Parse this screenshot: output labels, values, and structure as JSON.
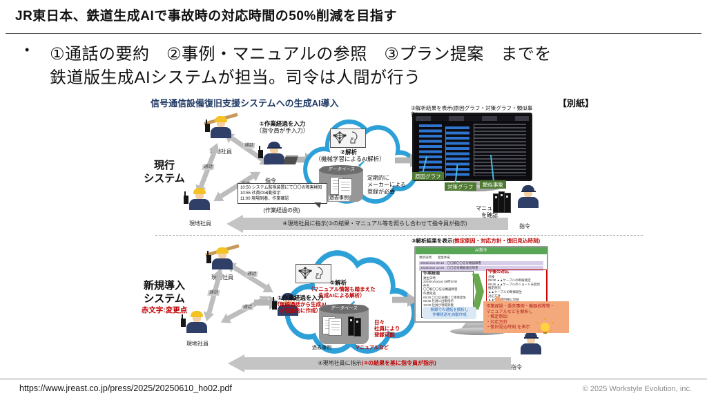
{
  "colors": {
    "emphasis_red": "#c00000",
    "cloud_blue": "#2da0d8",
    "tag_green": "#4f7a32"
  },
  "page": {
    "title": "JR東日本、鉄道生成AIで事故時の対応時間の50%削減を目指す",
    "bullet": {
      "marker": "•",
      "line1": "①通話の要約　②事例・マニュアルの参照　③プラン提案　までを",
      "line2": "鉄道版生成AIシステムが担当。司令は人間が行う"
    },
    "attachment_label": "【別紙】",
    "footer": {
      "url": "https://www.jreast.co.jp/press/2025/20250610_ho02.pdf",
      "copyright": "© 2025 Workstyle Evolution, inc."
    }
  },
  "diagram": {
    "heading": "信号通信設備復旧支援システムへの生成AI導入",
    "labels": {
      "field_worker": "現地社員",
      "dispatcher": "指令",
      "call": "通話",
      "database": "データベース",
      "past_cases": "過去事例"
    },
    "current": {
      "system": "現行\nシステム",
      "step1": "①作業経過を入力",
      "step1_note": "（指令員が手入力）",
      "work_log": "10:50 システム監視装置にて〇〇の障害検知\n10:55 社員の出動指示\n11:00 現場到着、作業確認",
      "work_log_caption": "(作業経過の例)",
      "step2": "②解析",
      "step2_note": "（機械学習によるAI解析）",
      "db_note": "定期的に\nメーカーによる\n登録が必要",
      "step3": "③解析結果を表示(原因グラフ・対策グラフ・類似事象)",
      "screen_tags": [
        "原因グラフ",
        "対策グラフ",
        "類似事象"
      ],
      "manual_check": "マニュアル\nを確認",
      "step4": "④現地社員に指示(③の結果・マニュアル等を照らし合わせて指令員が指示)"
    },
    "new": {
      "system": "新規導入\nシステム",
      "legend_red": "赤文字:変更点",
      "step1": "①作業経過を入力",
      "step1_note_red": "（無線通話から生成AI\nが自動的に作成）",
      "step2": "②解析",
      "step2_note_red": "（マニュアル情報も踏まえた\n生成AIによる解析）",
      "db_note_red": "日々\n社員により\n登録可能",
      "manuals_red": "マニュアルなど",
      "step3": "③解析結果を表示",
      "step3_red": "(推定原因・対応方針・復旧見込時刻)",
      "screen": {
        "header": "AI指令",
        "table_header": "更新日時　　発生件名",
        "table_row1": "2025/xx/xx 09:15　〇〇駅〇〇信号機器障害",
        "table_row2": "2025/xx/xx 12:00　〇〇信号機器通信障害",
        "left_panel_title": "作業経過",
        "left_panel_text": "発生日時\n2025/xx/xx(xx) 09時30分\n件名\n〇〇駅〇〇信号機器障害\n作業経過\n09:30 〇〇信号機にて障害発生\n09:35 社員に出動指示\n10:00 社員が現場到着\n10:15 社員が〇〇トラブルのデータ測定\n　電圧 10ボルト、電流 〇アンペア",
        "right_panel_title": "今後の対応",
        "right_panel_text": "点検\n09:30 ▲▲ケーブルの断線測定\n09:45 ▲▲ケーブルのショート未発見\n推定原因\n▲▲ケーブルの断線発生\n対応方針\n▲▲を予備回線に切替\n復旧見込時刻\n10:50"
      },
      "bubble": "無線での通話を解析し\n作業経過を自動作成",
      "callout": "作業経過・過去事例・機器故障等・\nマニュアルなどを解析し\n・推定原因\n・対応方針\n・復旧見込時刻 を表示",
      "step4": "④現地社員に指示",
      "step4_red": "(③の結果を基に指令員が指示)"
    }
  }
}
